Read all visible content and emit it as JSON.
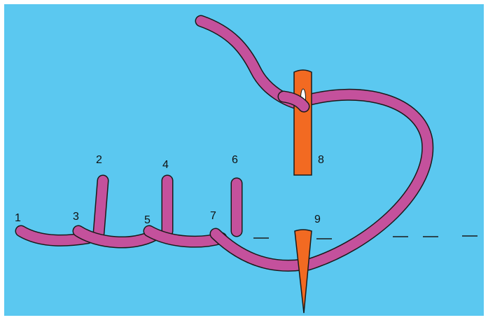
{
  "diagram": {
    "background_color": "#5bc8f0",
    "frame_color": "#ffffff",
    "thread_color": "#c4519c",
    "outline_color": "#1a1a1a",
    "needle_color": "#f26a22",
    "guide_line": "dashed",
    "labels": [
      "1",
      "2",
      "3",
      "4",
      "5",
      "6",
      "7",
      "8",
      "9"
    ]
  }
}
